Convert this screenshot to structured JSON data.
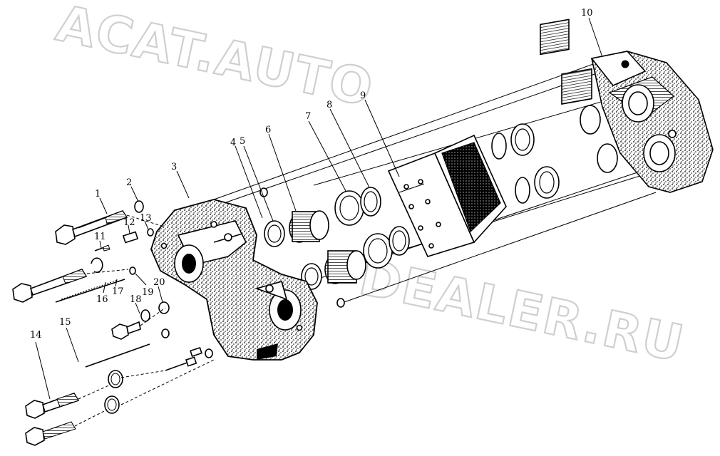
{
  "watermark": {
    "line1": "ACAT.AUTO",
    "line2": "DEALER.RU"
  },
  "callouts": [
    {
      "id": "1",
      "text": "1"
    },
    {
      "id": "2",
      "text": "2"
    },
    {
      "id": "3",
      "text": "3"
    },
    {
      "id": "4",
      "text": "4"
    },
    {
      "id": "5",
      "text": "5"
    },
    {
      "id": "6",
      "text": "6"
    },
    {
      "id": "7",
      "text": "7"
    },
    {
      "id": "8",
      "text": "8"
    },
    {
      "id": "9",
      "text": "9"
    },
    {
      "id": "10",
      "text": "10"
    },
    {
      "id": "11",
      "text": "11"
    },
    {
      "id": "12",
      "text": "12"
    },
    {
      "id": "13",
      "text": "13"
    },
    {
      "id": "14",
      "text": "14"
    },
    {
      "id": "15",
      "text": "15"
    },
    {
      "id": "16",
      "text": "16"
    },
    {
      "id": "17",
      "text": "17"
    },
    {
      "id": "18",
      "text": "18"
    },
    {
      "id": "19",
      "text": "19"
    },
    {
      "id": "20",
      "text": "20"
    }
  ]
}
